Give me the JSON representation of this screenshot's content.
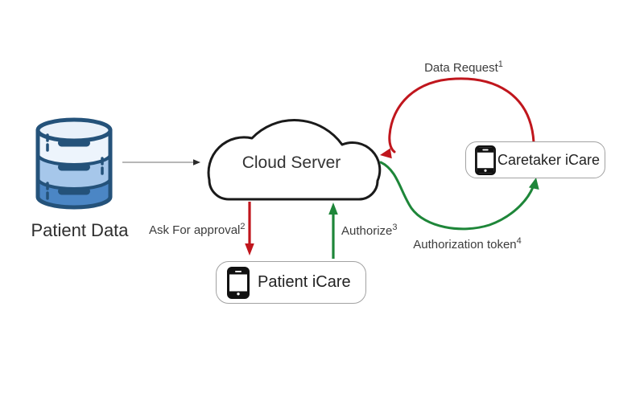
{
  "diagram_title": "",
  "colors": {
    "edge_red": "#c0161d",
    "edge_green": "#1e8639",
    "cloud_outline": "#1a1a1a",
    "box_border": "#a2a2a2",
    "db_outline": "#24527a",
    "db_band_top": "#edf4fc",
    "db_band_middle": "#a6c7ea",
    "db_band_bottom": "#4b86c5",
    "text": "#3a3a3a",
    "db_to_cloud_arrow": "#8c8c8c"
  },
  "icons": {
    "patient_data": "database-icon",
    "cloud_server": "cloud-icon",
    "caretaker_icare": "smartphone-icon",
    "patient_icare": "smartphone-icon"
  },
  "nodes": {
    "patient_data": {
      "label": "Patient Data"
    },
    "cloud_server": {
      "label": "Cloud Server"
    },
    "caretaker_icare": {
      "label": "Caretaker iCare"
    },
    "patient_icare": {
      "label": "Patient iCare"
    }
  },
  "edges": {
    "data_request": {
      "label": "Data Request",
      "step": "1",
      "from": "Caretaker iCare",
      "to": "Cloud Server"
    },
    "ask_for_approval": {
      "label": "Ask For approval",
      "step": "2",
      "from": "Cloud Server",
      "to": "Patient iCare"
    },
    "authorize": {
      "label": "Authorize",
      "step": "3",
      "from": "Patient iCare",
      "to": "Cloud Server"
    },
    "authorization_token": {
      "label": "Authorization token",
      "step": "4",
      "from": "Cloud Server",
      "to": "Caretaker iCare"
    }
  }
}
